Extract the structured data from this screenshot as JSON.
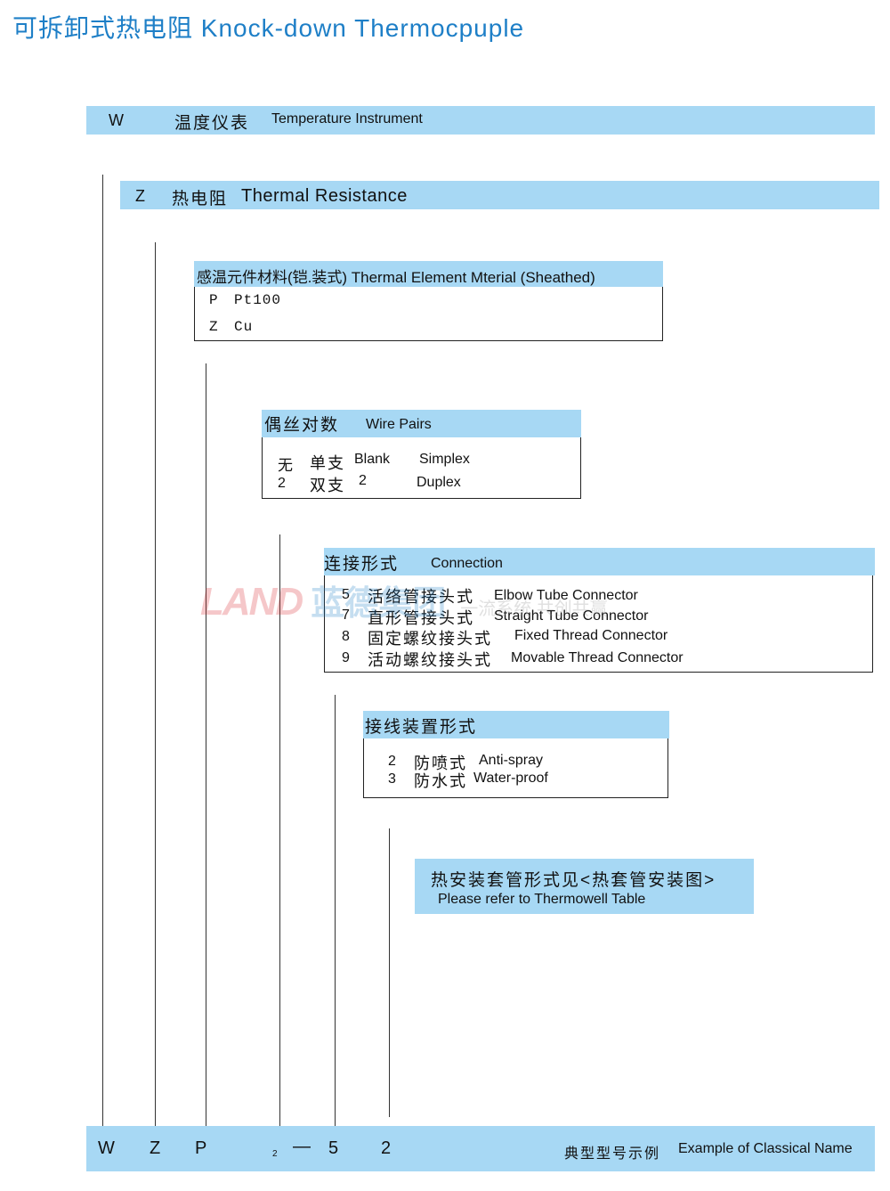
{
  "title": "可拆卸式热电阻 Knock-down Thermocpuple",
  "w_row": {
    "code": "W",
    "cn": "温度仪表",
    "en": "Temperature Instrument"
  },
  "z_row": {
    "code": "Z",
    "cn": "热电阻",
    "en": "Thermal Resistance"
  },
  "element": {
    "header": "感温元件材料(铠.装式) Thermal Element Mterial (Sheathed)",
    "items": [
      {
        "code": "P",
        "value": "Pt100"
      },
      {
        "code": "Z",
        "value": "Cu"
      }
    ]
  },
  "wire": {
    "header_cn": "偶丝对数",
    "header_en": "Wire Pairs",
    "items": [
      {
        "code": "无",
        "cn": "单支",
        "en_code": "Blank",
        "en": "Simplex"
      },
      {
        "code": "2",
        "cn": "双支",
        "en_code": "2",
        "en": "Duplex"
      }
    ]
  },
  "connection": {
    "header_cn": "连接形式",
    "header_en": "Connection",
    "items": [
      {
        "code": "5",
        "cn": "活络管接头式",
        "en": "Elbow Tube Connector"
      },
      {
        "code": "7",
        "cn": "直形管接头式",
        "en": "Straight Tube Connector"
      },
      {
        "code": "8",
        "cn": "固定螺纹接头式",
        "en": "Fixed Thread Connector"
      },
      {
        "code": "9",
        "cn": "活动螺纹接头式",
        "en": "Movable Thread Connector"
      }
    ]
  },
  "junction": {
    "header_cn": "接线装置形式",
    "items": [
      {
        "code": "2",
        "cn": "防喷式",
        "en": "Anti-spray"
      },
      {
        "code": "3",
        "cn": "防水式",
        "en": "Water-proof"
      }
    ]
  },
  "thermowell": {
    "cn": "热安装套管形式见<热套管安装图>",
    "en": "Please refer to Thermowell Table"
  },
  "watermark": {
    "logo": "LAND",
    "name": "蓝德集团",
    "slogan": "一流系统 共创共赢"
  },
  "example": {
    "codes": [
      "W",
      "Z",
      "P",
      "2",
      "—",
      "5",
      "2"
    ],
    "label_cn": "典型型号示例",
    "label_en": "Example of Classical Name"
  }
}
